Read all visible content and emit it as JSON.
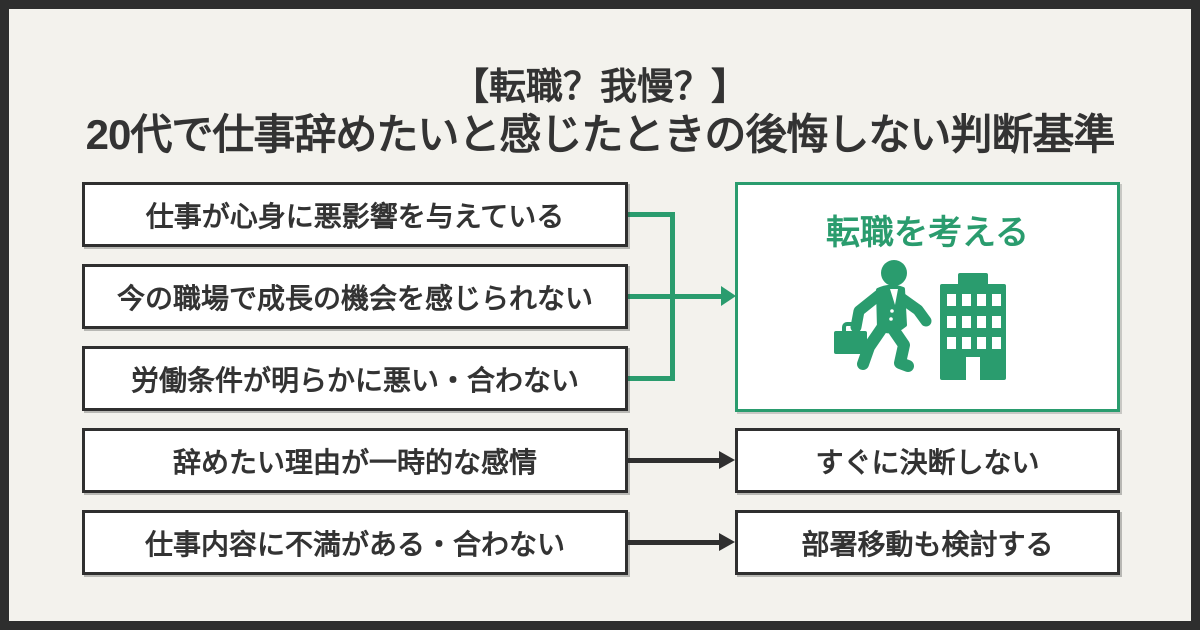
{
  "colors": {
    "background": "#f3f2ed",
    "frame": "#2e2e2e",
    "accent_green": "#2a9c6e",
    "text_dark": "#333333",
    "box_background": "#ffffff"
  },
  "title": {
    "line1": "【転職？我慢？】",
    "line2": "20代で仕事辞めたいと感じたときの後悔しない判断基準"
  },
  "diagram": {
    "reasons_for_change": [
      "仕事が心身に悪影響を与えている",
      "今の職場で成長の機会を感じられない",
      "労働条件が明らかに悪い・合わない"
    ],
    "outcome": {
      "label": "転職を考える",
      "icons": [
        "businessman-walking-icon",
        "office-building-icon"
      ]
    },
    "caution_rows": [
      {
        "condition": "辞めたい理由が一時的な感情",
        "advice": "すぐに決断しない"
      },
      {
        "condition": "仕事内容に不満がある・合わない",
        "advice": "部署移動も検討する"
      }
    ]
  }
}
